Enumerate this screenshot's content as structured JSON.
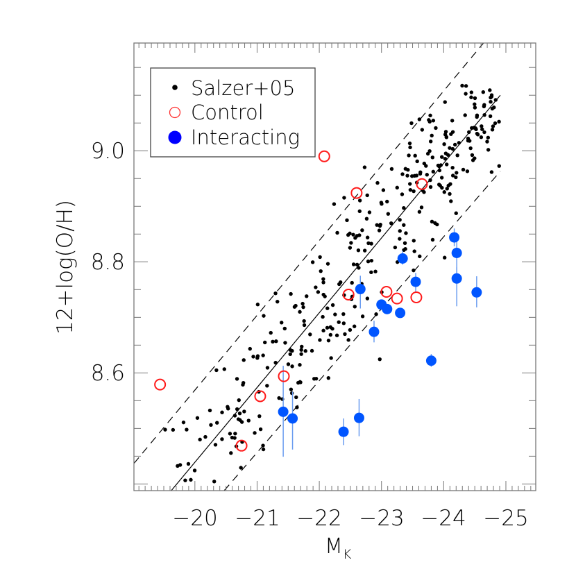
{
  "chart_data": {
    "type": "scatter",
    "title": "",
    "xlabel": "M_K",
    "ylabel": "12+log(O/H)",
    "xlim": [
      -19.02,
      -25.48
    ],
    "ylim": [
      8.388,
      9.194
    ],
    "x_ticks": [
      -20,
      -21,
      -22,
      -23,
      -24,
      -25
    ],
    "x_tick_labels": [
      "−20",
      "−21",
      "−22",
      "−23",
      "−24",
      "−25"
    ],
    "y_ticks": [
      8.6,
      8.8,
      9.0
    ],
    "y_tick_labels": [
      "8.6",
      "8.8",
      "9.0"
    ],
    "grid": false,
    "legend": {
      "position": "upper left",
      "entries": [
        {
          "label": "Salzer+05",
          "marker": "small filled circle",
          "color": "#000000"
        },
        {
          "label": "Control",
          "marker": "open circle",
          "color": "#ff0000"
        },
        {
          "label": "Interacting",
          "marker": "filled circle",
          "color": "#0000ff"
        }
      ]
    },
    "lines": [
      {
        "name": "fit",
        "style": "solid",
        "x": [
          -19.62,
          -24.91
        ],
        "y": [
          8.388,
          9.1
        ]
      },
      {
        "name": "fit+offset",
        "style": "dashed",
        "x": [
          -19.02,
          -24.64
        ],
        "y": [
          8.437,
          9.194
        ]
      },
      {
        "name": "fit-offset",
        "style": "dashed",
        "x": [
          -20.47,
          -24.91
        ],
        "y": [
          8.388,
          8.963
        ]
      }
    ],
    "series": [
      {
        "name": "Control",
        "color": "#ff0000",
        "points": [
          {
            "x": -22.08,
            "y": 8.99
          },
          {
            "x": -22.6,
            "y": 8.924
          },
          {
            "x": -23.65,
            "y": 8.94
          },
          {
            "x": -22.47,
            "y": 8.741
          },
          {
            "x": -23.08,
            "y": 8.746
          },
          {
            "x": -23.25,
            "y": 8.734
          },
          {
            "x": -23.56,
            "y": 8.736
          },
          {
            "x": -21.43,
            "y": 8.594
          },
          {
            "x": -21.05,
            "y": 8.558
          },
          {
            "x": -20.75,
            "y": 8.469
          },
          {
            "x": -19.44,
            "y": 8.579
          }
        ]
      },
      {
        "name": "Interacting",
        "color": "#0055ff",
        "points": [
          {
            "x": -24.17,
            "y": 8.844,
            "ylo": 8.828,
            "yhi": 8.86
          },
          {
            "x": -24.21,
            "y": 8.816,
            "ylo": 8.78,
            "yhi": 8.84
          },
          {
            "x": -24.21,
            "y": 8.77,
            "ylo": 8.72,
            "yhi": 8.79
          },
          {
            "x": -24.53,
            "y": 8.745,
            "ylo": 8.718,
            "yhi": 8.774
          },
          {
            "x": -23.34,
            "y": 8.806,
            "ylo": 8.795,
            "yhi": 8.82
          },
          {
            "x": -23.55,
            "y": 8.764,
            "ylo": 8.745,
            "yhi": 8.78
          },
          {
            "x": -22.66,
            "y": 8.751,
            "ylo": 8.716,
            "yhi": 8.775
          },
          {
            "x": -23.0,
            "y": 8.723
          },
          {
            "x": -23.09,
            "y": 8.715
          },
          {
            "x": -23.3,
            "y": 8.708
          },
          {
            "x": -22.88,
            "y": 8.674,
            "ylo": 8.655,
            "yhi": 8.694
          },
          {
            "x": -23.8,
            "y": 8.622,
            "ylo": 8.611,
            "yhi": 8.634
          },
          {
            "x": -21.42,
            "y": 8.53,
            "ylo": 8.449,
            "yhi": 8.613
          },
          {
            "x": -21.57,
            "y": 8.518,
            "ylo": 8.462,
            "yhi": 8.566
          },
          {
            "x": -22.39,
            "y": 8.494,
            "ylo": 8.47,
            "yhi": 8.518
          },
          {
            "x": -22.64,
            "y": 8.519,
            "ylo": 8.486,
            "yhi": 8.553
          }
        ]
      },
      {
        "name": "Salzer+05",
        "color": "#000000",
        "points_px_note": "approximate sample of ~370 points",
        "points": []
      }
    ]
  },
  "legend": {
    "salzer_label": "Salzer+05",
    "control_label": "Control",
    "interacting_label": "Interacting"
  },
  "axes": {
    "xlabel_main": "M",
    "xlabel_sub": "K",
    "ylabel": "12+log(O/H)",
    "x_tick_labels": [
      "−20",
      "−21",
      "−22",
      "−23",
      "−24",
      "−25"
    ],
    "y_tick_labels": [
      "8.6",
      "8.8",
      "9.0"
    ]
  }
}
